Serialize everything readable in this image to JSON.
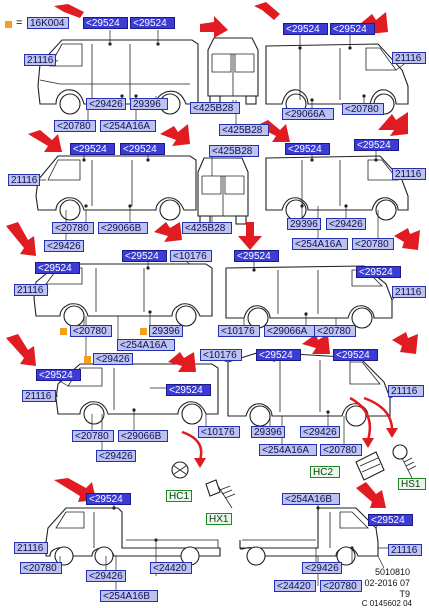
{
  "legend": {
    "equals": "=",
    "code": "16K004"
  },
  "colors": {
    "arrow": "#e11b22",
    "label_fill": "#bcc3f0",
    "label_dark": "#3b3bd6",
    "label_border": "#2530b0",
    "green_border": "#1e8a2a",
    "orange": "#f5a01a"
  },
  "labels": {
    "l01": "<29524",
    "l02": "<29524",
    "l03": "21116",
    "l04": "<29426",
    "l05": "29396",
    "l06": "<20780",
    "l07": "<254A16A",
    "l08": "<425B28",
    "l09": "<425B28",
    "l10": "<29524",
    "l11": "<29524",
    "l12": "21116",
    "l13": "<29066A",
    "l14": "<20780",
    "l15": "<29524",
    "l16": "<29524",
    "l17": "21116",
    "l18": "<20780",
    "l19": "<29066B",
    "l20": "<29426",
    "l21": "<425B28",
    "l22": "<425B28",
    "l23": "<29524",
    "l24": "<29524",
    "l25": "21116",
    "l26": "29396",
    "l27": "<29426",
    "l28": "<254A16A",
    "l29": "<20780",
    "l30": "<29524",
    "l31": "<29524",
    "l32": "<10176",
    "l33": "21116",
    "l34": "<20780",
    "l35": "29396",
    "l36": "<254A16A",
    "l37": "<29426",
    "l38": "<29524",
    "l39": "<29524",
    "l40": "21116",
    "l41": "<10176",
    "l42": "<29066A",
    "l43": "<20780",
    "l44": "<29524",
    "l45": "<29524",
    "l46": "21116",
    "l47": "<20780",
    "l48": "<29066B",
    "l49": "<29426",
    "l50": "<10176",
    "l51": "<10176",
    "l52": "<29524",
    "l53": "<29524",
    "l54": "21116",
    "l55": "29396",
    "l56": "<29426",
    "l57": "<254A16A",
    "l58": "<20780",
    "l59": "HC1",
    "l60": "HX1",
    "l61": "HC2",
    "l62": "HS1",
    "l63": "<29524",
    "l64": "21116",
    "l65": "<20780",
    "l66": "<29426",
    "l67": "<24420",
    "l68": "<254A16B",
    "l69": "<254A16B",
    "l70": "<29524",
    "l71": "21116",
    "l72": "<29426",
    "l73": "<24420",
    "l74": "<20780"
  },
  "footer": {
    "line1": "5010810",
    "line2": "02-2016 07",
    "line3": "T9",
    "line4": "C 0145602 04"
  }
}
